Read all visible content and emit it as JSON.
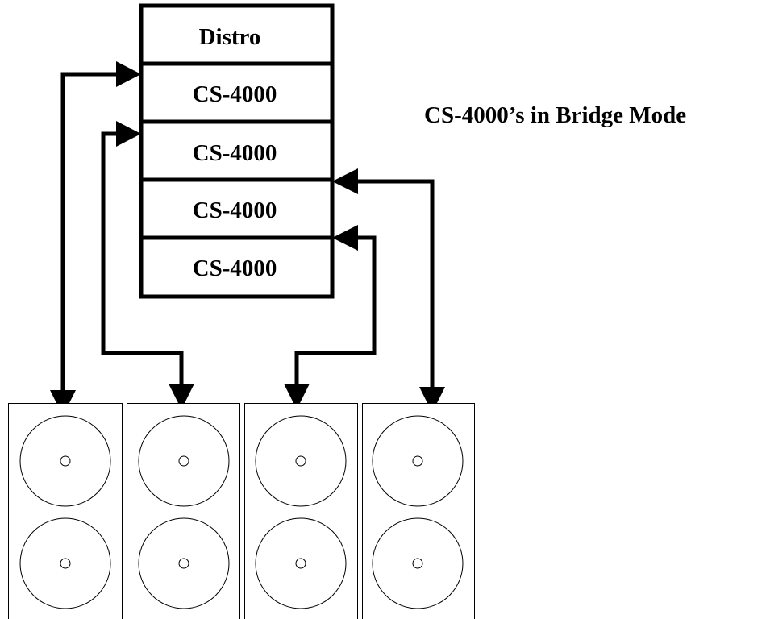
{
  "title": "CS-4000’s in Bridge Mode",
  "rack": {
    "units": [
      {
        "label": "Distro"
      },
      {
        "label": "CS-4000"
      },
      {
        "label": "CS-4000"
      },
      {
        "label": "CS-4000"
      },
      {
        "label": "CS-4000"
      }
    ]
  },
  "speakers": [
    {
      "drivers": 2
    },
    {
      "drivers": 2
    },
    {
      "drivers": 2
    },
    {
      "drivers": 2
    }
  ],
  "colors": {
    "line": "#000000",
    "background": "#ffffff"
  }
}
